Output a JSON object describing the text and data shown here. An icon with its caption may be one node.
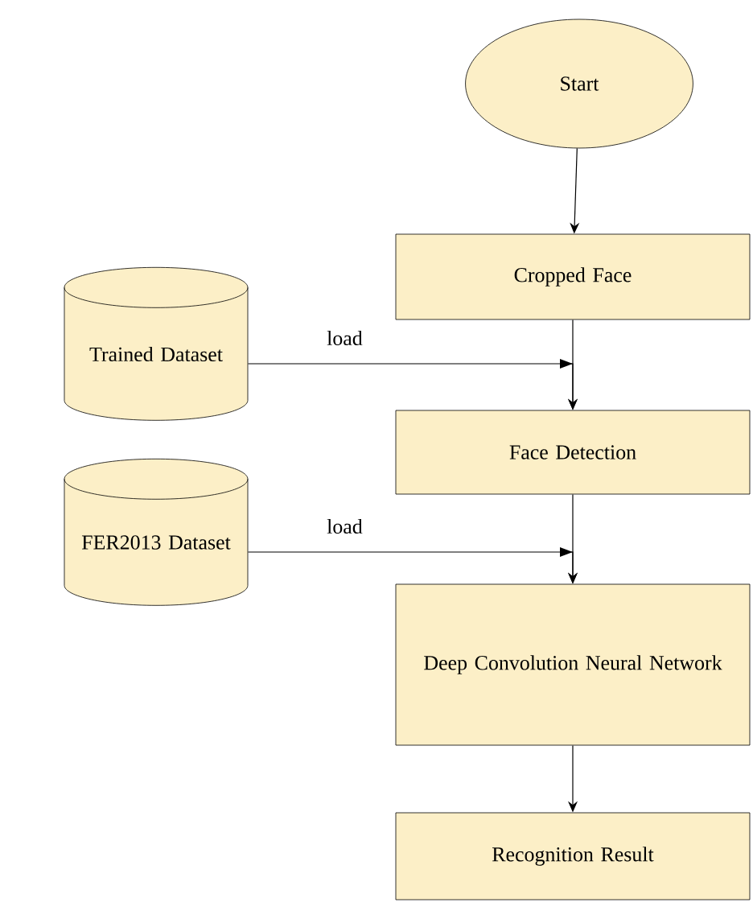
{
  "diagram": {
    "nodes": [
      {
        "text": [
          "Start"
        ]
      },
      {
        "text": [
          "Cropped Face"
        ]
      },
      {
        "text": [
          "Trained Dataset"
        ]
      },
      {
        "text": [
          "Face Detection"
        ]
      },
      {
        "text": [
          "FER2013 Dataset"
        ]
      },
      {
        "text": [
          "Deep Convolution Neural Network"
        ]
      },
      {
        "text": [
          "Recognition Result"
        ]
      }
    ],
    "edges": [
      {
        "from": 0,
        "to": 1,
        "arrow": "to"
      },
      {
        "from": 1,
        "to": 3,
        "arrow": "to"
      },
      {
        "from": 2,
        "to": 3,
        "arrow": "to",
        "label": "load"
      },
      {
        "from": 3,
        "to": 5,
        "arrow": "to"
      },
      {
        "from": 4,
        "to": 5,
        "arrow": "to",
        "label": "load"
      },
      {
        "from": 5,
        "to": 6,
        "arrow": "to"
      }
    ]
  }
}
